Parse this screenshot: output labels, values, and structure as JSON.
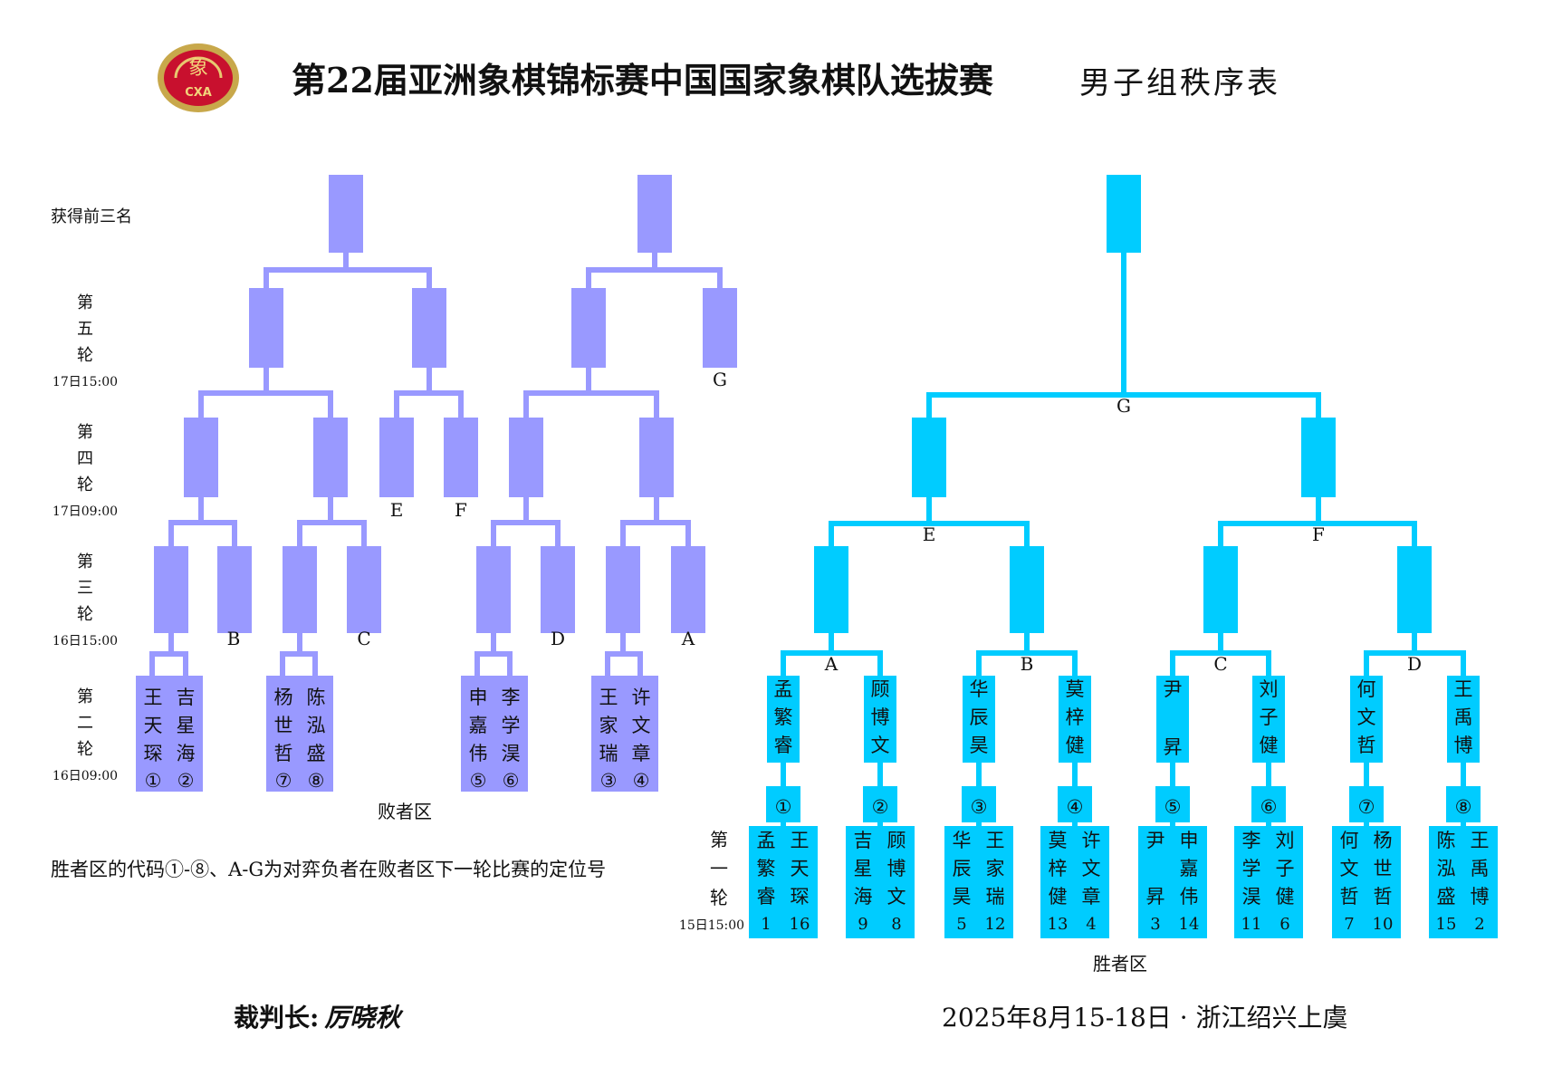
{
  "header": {
    "title": "第22届亚洲象棋锦标赛中国国家象棋队选拔赛",
    "subtitle": "男子组秩序表",
    "logo_text": "CXA"
  },
  "labels": {
    "top3": "获得前三名",
    "loser_zone": "败者区",
    "winner_zone": "胜者区",
    "note": "胜者区的代码①-⑧、A-G为对弈负者在败者区下一轮比赛的定位号"
  },
  "footer": {
    "referee_label": "裁判长:",
    "referee_name": "厉晓秋",
    "venue": "2025年8月15-18日 · 浙江绍兴上虞"
  },
  "rounds": {
    "r5": {
      "chars": [
        "第",
        "五",
        "轮"
      ],
      "time": "17日15:00"
    },
    "r4": {
      "chars": [
        "第",
        "四",
        "轮"
      ],
      "time": "17日09:00"
    },
    "r3": {
      "chars": [
        "第",
        "三",
        "轮"
      ],
      "time": "16日15:00"
    },
    "r2": {
      "chars": [
        "第",
        "二",
        "轮"
      ],
      "time": "16日09:00"
    },
    "r1": {
      "chars": [
        "第",
        "一",
        "轮"
      ],
      "time": "15日15:00"
    }
  },
  "winner_round1": [
    {
      "code": "①",
      "players": [
        {
          "name": "孟繁睿",
          "seed": "1"
        },
        {
          "name": "王天琛",
          "seed": "16"
        }
      ]
    },
    {
      "code": "②",
      "players": [
        {
          "name": "吉星海",
          "seed": "9"
        },
        {
          "name": "顾博文",
          "seed": "8"
        }
      ]
    },
    {
      "code": "③",
      "players": [
        {
          "name": "华辰昊",
          "seed": "5"
        },
        {
          "name": "王家瑞",
          "seed": "12"
        }
      ]
    },
    {
      "code": "④",
      "players": [
        {
          "name": "莫梓健",
          "seed": "13"
        },
        {
          "name": "许文章",
          "seed": "4"
        }
      ]
    },
    {
      "code": "⑤",
      "players": [
        {
          "name": "尹昇",
          "seed": "3"
        },
        {
          "name": "申嘉伟",
          "seed": "14"
        }
      ]
    },
    {
      "code": "⑥",
      "players": [
        {
          "name": "李学淏",
          "seed": "11"
        },
        {
          "name": "刘子健",
          "seed": "6"
        }
      ]
    },
    {
      "code": "⑦",
      "players": [
        {
          "name": "何文哲",
          "seed": "7"
        },
        {
          "name": "杨世哲",
          "seed": "10"
        }
      ]
    },
    {
      "code": "⑧",
      "players": [
        {
          "name": "陈泓盛",
          "seed": "15"
        },
        {
          "name": "王禹博",
          "seed": "2"
        }
      ]
    }
  ],
  "winner_round2": [
    "孟繁睿",
    "顾博文",
    "华辰昊",
    "莫梓健",
    "尹昇",
    "刘子健",
    "何文哲",
    "王禹博"
  ],
  "winner_codes": {
    "r2": [
      "A",
      "B",
      "C",
      "D"
    ],
    "r3": [
      "E",
      "F"
    ],
    "r4": "G"
  },
  "loser_round2": [
    {
      "players": [
        {
          "name": "王天琛",
          "code": "①"
        },
        {
          "name": "吉星海",
          "code": "②"
        }
      ]
    },
    {
      "players": [
        {
          "name": "杨世哲",
          "code": "⑦"
        },
        {
          "name": "陈泓盛",
          "code": "⑧"
        }
      ]
    },
    {
      "players": [
        {
          "name": "申嘉伟",
          "code": "⑤"
        },
        {
          "name": "李学淏",
          "code": "⑥"
        }
      ]
    },
    {
      "players": [
        {
          "name": "王家瑞",
          "code": "③"
        },
        {
          "name": "许文章",
          "code": "④"
        }
      ]
    }
  ],
  "loser_slots": {
    "r3": [
      "B",
      "C",
      "D",
      "A"
    ],
    "r4": [
      "E",
      "F"
    ],
    "r5": "G"
  },
  "colors": {
    "loser": "#9999ff",
    "winner": "#00ccff",
    "logo_ring": "#c8a84b",
    "logo_fill": "#c8102e"
  }
}
